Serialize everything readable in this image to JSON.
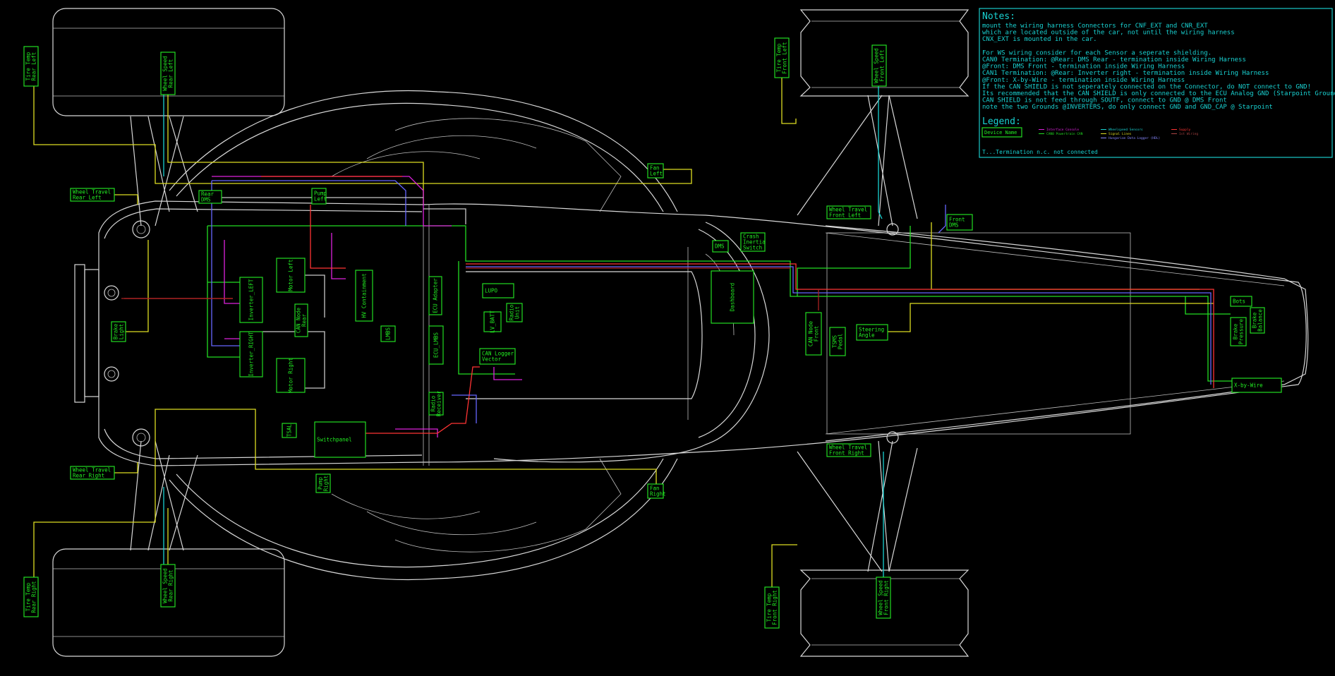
{
  "notes": {
    "title": "Notes:",
    "lines": [
      "mount the wiring harness Connectors for CNF_EXT and CNR_EXT",
      "which are located outside of the car, not until the wiring harness",
      "CNX_EXT is mounted in the car.",
      "",
      "For WS wiring consider for each Sensor a seperate shielding.",
      "CAN0 Termination:  @Rear: DMS Rear - termination inside Wiring Harness",
      "                   @Front: DMS Front - termination inside Wiring Harness",
      "CAN1 Termination:  @Rear: Inverter right - termination inside Wiring Harness",
      "                   @Front: X-by-Wire - termination inside Wiring Harness",
      "If the CAN SHIELD is not seperately connected on the Connector, do NOT connect to GND!",
      "Its recommended that the CAN SHIELD is only connected to the ECU Analog GND (Starpoint Grounded)",
      "CAN SHIELD is not feed through SOUTF, connect to GND @ DMS Front",
      "note the two Grounds @INVERTERS, do only connect GND and GND_CAP @ Starpoint"
    ]
  },
  "legend": {
    "title": "Legend:",
    "device_name": "Device Name",
    "entries": [
      {
        "label": "Interface Console",
        "color": "#dd22dd"
      },
      {
        "label": "CAN0 Powertrain CAN",
        "color": "#22dd22"
      },
      {
        "label": "Wheelspeed Sensors",
        "color": "#19d2d2"
      },
      {
        "label": "Signal Lines",
        "color": "#dddd22"
      },
      {
        "label": "Hungarian Data Logger (HDL)",
        "color": "#8888ff"
      },
      {
        "label": "Supply",
        "color": "#ff3333"
      },
      {
        "label": "1st Wiring",
        "color": "#aa4444"
      }
    ],
    "footer": "T...Termination   n.c.   not connected"
  },
  "wire_colors": {
    "can": "#22dd22",
    "signal": "#dddd22",
    "interface": "#dd22dd",
    "supply": "#ff3333",
    "hdl": "#6666ff",
    "wheelspeed": "#19d2d2",
    "dark_red": "#aa2222"
  },
  "components": [
    {
      "id": "tire-temp-rear-left",
      "label": "Tire Temp\nRear Left"
    },
    {
      "id": "wheel-speed-rear-left",
      "label": "Wheel Speed\nRear Left"
    },
    {
      "id": "wheel-travel-rear-left",
      "label": "Wheel Travel\nRear Left"
    },
    {
      "id": "rear-dms",
      "label": "Rear\nDMS"
    },
    {
      "id": "pump-left",
      "label": "Pump\nLeft"
    },
    {
      "id": "fan-left",
      "label": "Fan\nLeft"
    },
    {
      "id": "inverter-left",
      "label": "Inverter_LEFT"
    },
    {
      "id": "motor-left",
      "label": "Motor Left"
    },
    {
      "id": "can-node-rear",
      "label": "CAN Node\nRear"
    },
    {
      "id": "hv-containment",
      "label": "HV Containment"
    },
    {
      "id": "lmbs",
      "label": "LMBS"
    },
    {
      "id": "ecu-adapter",
      "label": "ECU Adapter"
    },
    {
      "id": "lupo",
      "label": "LUPO"
    },
    {
      "id": "radio-unit",
      "label": "Radio\nUnit"
    },
    {
      "id": "lv-batt",
      "label": "LV_BATT"
    },
    {
      "id": "ecu-lmbs",
      "label": "ECU_LMBS"
    },
    {
      "id": "can-logger-vector",
      "label": "CAN Logger\nVector"
    },
    {
      "id": "brake-light",
      "label": "Brake\nLight"
    },
    {
      "id": "inverter-right",
      "label": "Inverter_RIGHT"
    },
    {
      "id": "motor-right",
      "label": "Motor Right"
    },
    {
      "id": "radio-receiver",
      "label": "Radio\nReceiver"
    },
    {
      "id": "tsal",
      "label": "TSAL"
    },
    {
      "id": "switchpanel",
      "label": "Switchpanel"
    },
    {
      "id": "pump-right",
      "label": "Pump\nRight"
    },
    {
      "id": "fan-right",
      "label": "Fan\nRight"
    },
    {
      "id": "wheel-travel-rear-right",
      "label": "Wheel Travel\nRear Right"
    },
    {
      "id": "tire-temp-rear-right",
      "label": "Tire Temp\nRear Right"
    },
    {
      "id": "wheel-speed-rear-right",
      "label": "Wheel Speed\nRear Right"
    },
    {
      "id": "dashboard",
      "label": "Dashboard"
    },
    {
      "id": "crash-inertia-switch",
      "label": "Crash\nInertia\nSwitch"
    },
    {
      "id": "dms",
      "label": "DMS"
    },
    {
      "id": "can-node-front",
      "label": "CAN Node\nFront"
    },
    {
      "id": "tsms-pedal",
      "label": "TSMS\nPedal"
    },
    {
      "id": "steering-angle",
      "label": "Steering\nAngle"
    },
    {
      "id": "bots",
      "label": "Bots"
    },
    {
      "id": "brake-pressure",
      "label": "Brake\nPressure"
    },
    {
      "id": "brake-balance",
      "label": "Brake\nBalance"
    },
    {
      "id": "x-by-wire",
      "label": "X-by-Wire"
    },
    {
      "id": "wheel-travel-front-left",
      "label": "Wheel Travel\nFront Left"
    },
    {
      "id": "front-dms",
      "label": "Front\nDMS"
    },
    {
      "id": "tire-temp-front-left",
      "label": "Tire Temp\nFront Left"
    },
    {
      "id": "wheel-speed-front-left",
      "label": "Wheel Speed\nFront Left"
    },
    {
      "id": "wheel-travel-front-right",
      "label": "Wheel Travel\nFront Right"
    },
    {
      "id": "tire-temp-front-right",
      "label": "Tire Temp\nFront Right"
    },
    {
      "id": "wheel-speed-front-right",
      "label": "Wheel Speed\nFront Right"
    }
  ]
}
